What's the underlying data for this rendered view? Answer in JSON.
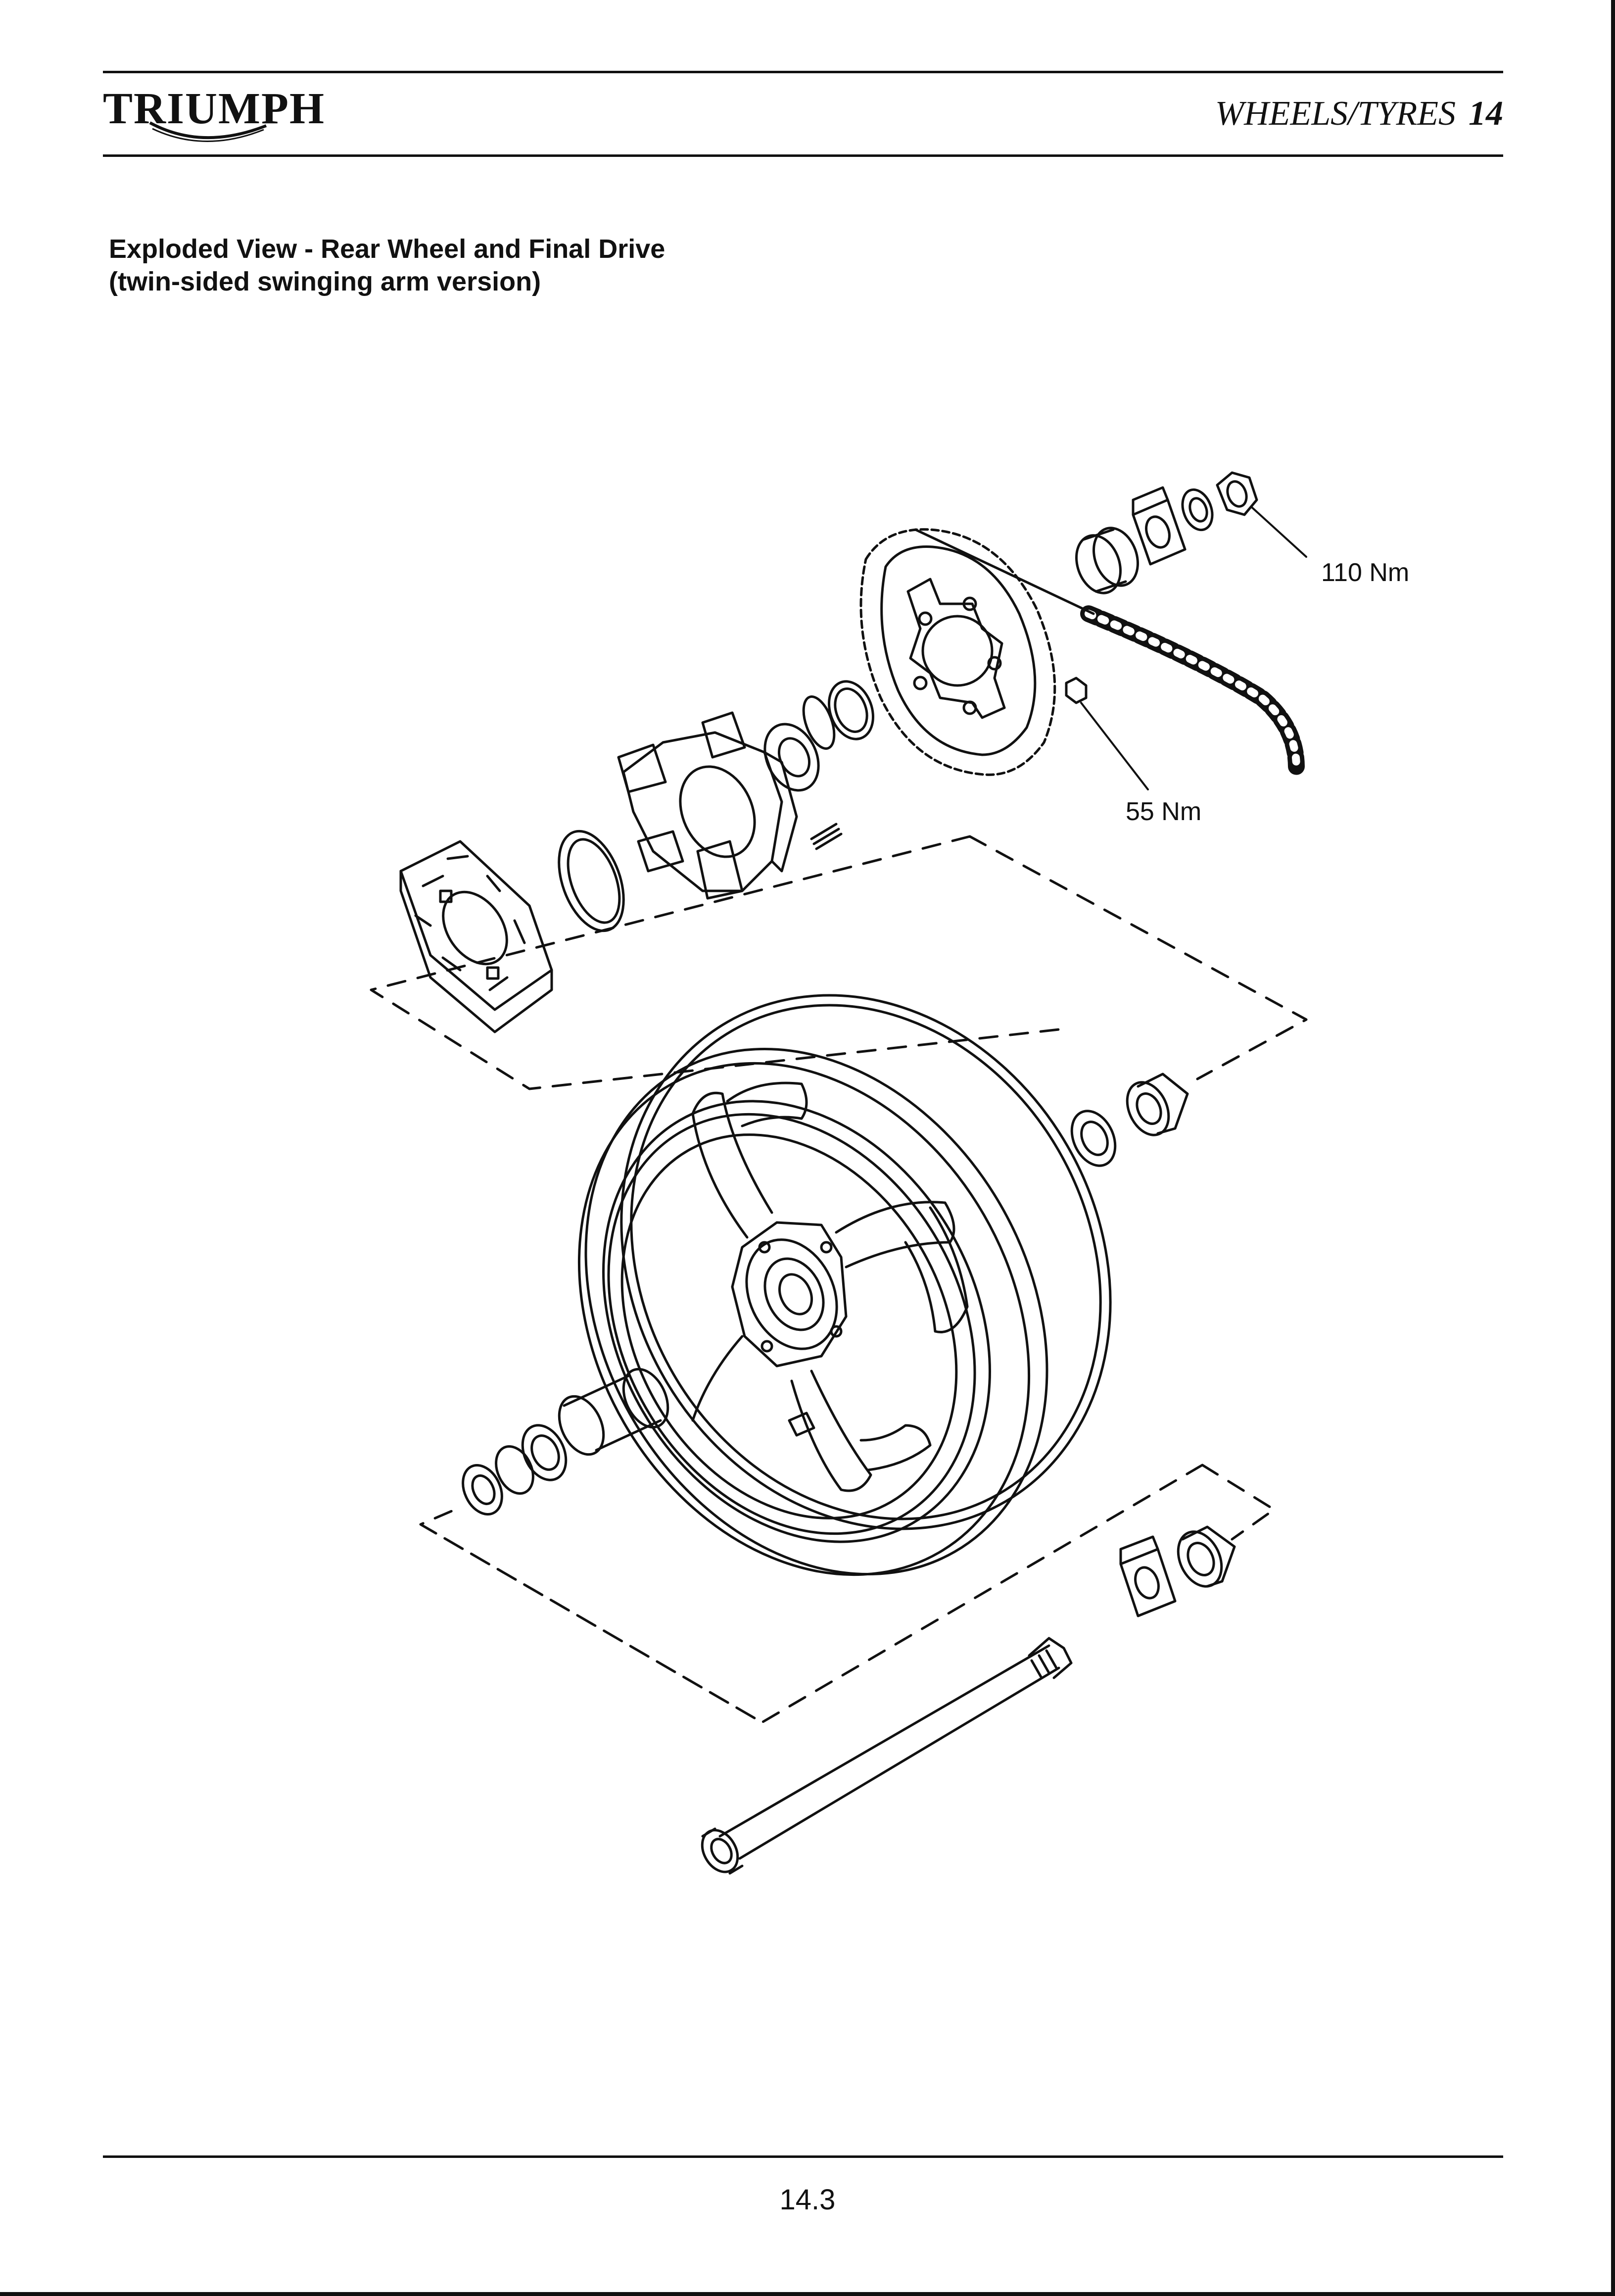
{
  "header": {
    "brand": "TRIUMPH",
    "section_title": "WHEELS/TYRES",
    "chapter_number": "14"
  },
  "document": {
    "title_line1": "Exploded View - Rear Wheel and Final Drive",
    "title_line2": "(twin-sided swinging arm version)"
  },
  "callouts": {
    "axle_nut_torque": "110 Nm",
    "sprocket_nut_torque": "55 Nm"
  },
  "footer": {
    "page_number": "14.3"
  }
}
